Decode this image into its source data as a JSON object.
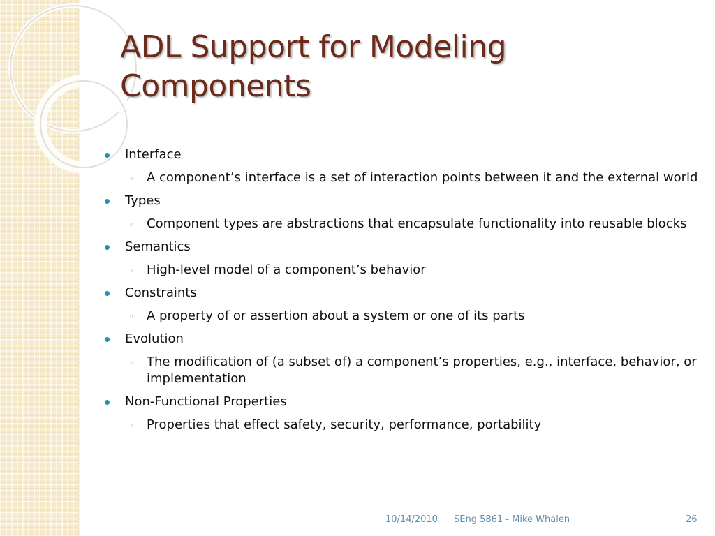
{
  "slide": {
    "title": "ADL Support for Modeling Components",
    "bullets": [
      {
        "label": "Interface",
        "sub": "A component’s interface is a set of interaction points between it and the external world"
      },
      {
        "label": "Types",
        "sub": "Component types are abstractions that encapsulate functionality into reusable blocks"
      },
      {
        "label": "Semantics",
        "sub": "High-level model of a component’s behavior"
      },
      {
        "label": "Constraints",
        "sub": "A property of or assertion about a system or one of its parts"
      },
      {
        "label": "Evolution",
        "sub": "The modification of (a subset of) a component’s properties, e.g., interface, behavior, or implementation"
      },
      {
        "label": "Non-Functional Properties",
        "sub": "Properties that effect safety, security, performance, portability"
      }
    ]
  },
  "footer": {
    "date": "10/14/2010",
    "course": "SEng 5861 - Mike Whalen",
    "page": "26"
  },
  "colors": {
    "title": "#6b2a1a",
    "bullet": "#2e8ab8",
    "footer": "#5a8fb0",
    "sidebar": "#f5e9c8"
  }
}
